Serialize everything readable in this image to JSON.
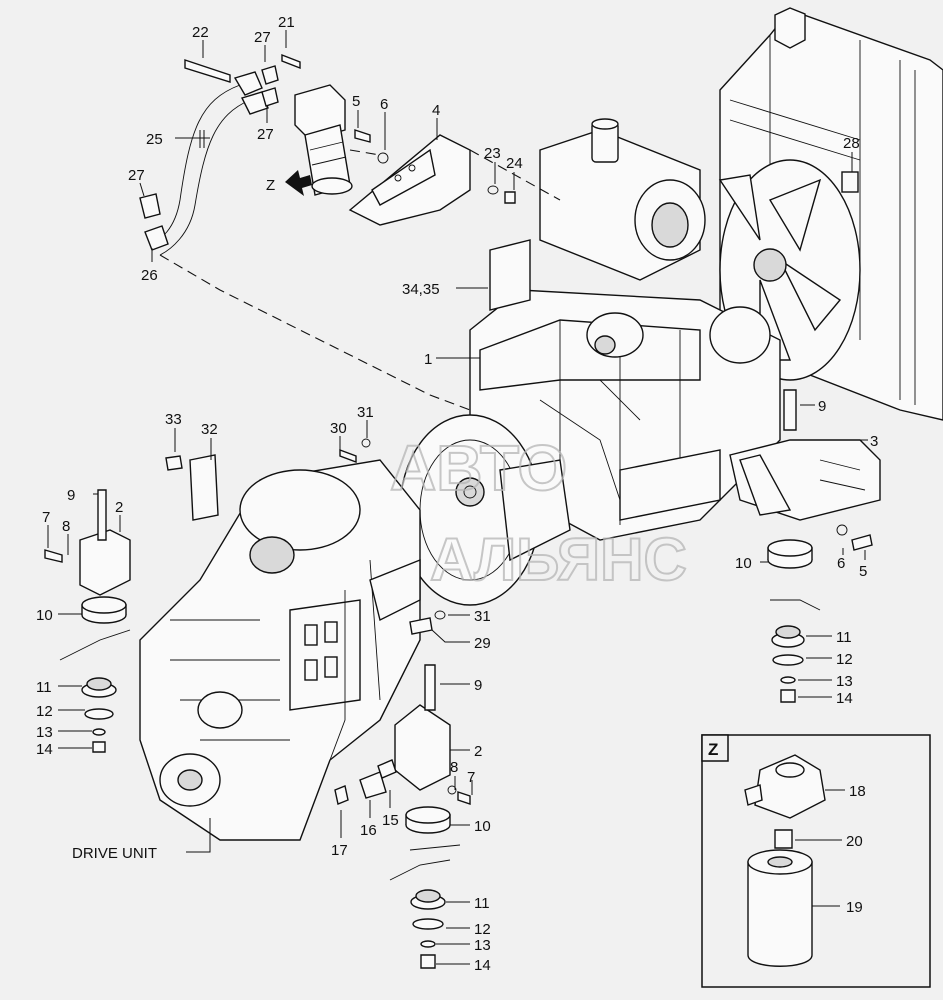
{
  "watermark": {
    "line1": "АВТО",
    "line2": "АЛЬЯНС"
  },
  "assembly_label": "DRIVE UNIT",
  "detail_view": {
    "tag": "Z",
    "arrow_label": "Z"
  },
  "callouts": [
    {
      "id": "c22",
      "text": "22"
    },
    {
      "id": "c21",
      "text": "21"
    },
    {
      "id": "c27a",
      "text": "27"
    },
    {
      "id": "c27b",
      "text": "27"
    },
    {
      "id": "c27c",
      "text": "27"
    },
    {
      "id": "c25",
      "text": "25"
    },
    {
      "id": "c26",
      "text": "26"
    },
    {
      "id": "c5a",
      "text": "5"
    },
    {
      "id": "c6a",
      "text": "6"
    },
    {
      "id": "c4",
      "text": "4"
    },
    {
      "id": "c23",
      "text": "23"
    },
    {
      "id": "c24",
      "text": "24"
    },
    {
      "id": "c28",
      "text": "28"
    },
    {
      "id": "c3435",
      "text": "34,35"
    },
    {
      "id": "c1",
      "text": "1"
    },
    {
      "id": "c9a",
      "text": "9"
    },
    {
      "id": "c3",
      "text": "3"
    },
    {
      "id": "c31a",
      "text": "31"
    },
    {
      "id": "c30",
      "text": "30"
    },
    {
      "id": "c33",
      "text": "33"
    },
    {
      "id": "c32",
      "text": "32"
    },
    {
      "id": "c9b",
      "text": "9"
    },
    {
      "id": "c7a",
      "text": "7"
    },
    {
      "id": "c8a",
      "text": "8"
    },
    {
      "id": "c2a",
      "text": "2"
    },
    {
      "id": "c10a",
      "text": "10"
    },
    {
      "id": "c11a",
      "text": "11"
    },
    {
      "id": "c12a",
      "text": "12"
    },
    {
      "id": "c13a",
      "text": "13"
    },
    {
      "id": "c14a",
      "text": "14"
    },
    {
      "id": "c10b",
      "text": "10"
    },
    {
      "id": "c6b",
      "text": "6"
    },
    {
      "id": "c5b",
      "text": "5"
    },
    {
      "id": "c11b",
      "text": "11"
    },
    {
      "id": "c12b",
      "text": "12"
    },
    {
      "id": "c13b",
      "text": "13"
    },
    {
      "id": "c14b",
      "text": "14"
    },
    {
      "id": "c31b",
      "text": "31"
    },
    {
      "id": "c29",
      "text": "29"
    },
    {
      "id": "c9c",
      "text": "9"
    },
    {
      "id": "c2b",
      "text": "2"
    },
    {
      "id": "c8b",
      "text": "8"
    },
    {
      "id": "c7b",
      "text": "7"
    },
    {
      "id": "c10c",
      "text": "10"
    },
    {
      "id": "c17",
      "text": "17"
    },
    {
      "id": "c16",
      "text": "16"
    },
    {
      "id": "c15",
      "text": "15"
    },
    {
      "id": "c11c",
      "text": "11"
    },
    {
      "id": "c12c",
      "text": "12"
    },
    {
      "id": "c13c",
      "text": "13"
    },
    {
      "id": "c14c",
      "text": "14"
    },
    {
      "id": "c18",
      "text": "18"
    },
    {
      "id": "c20",
      "text": "20"
    },
    {
      "id": "c19",
      "text": "19"
    }
  ]
}
